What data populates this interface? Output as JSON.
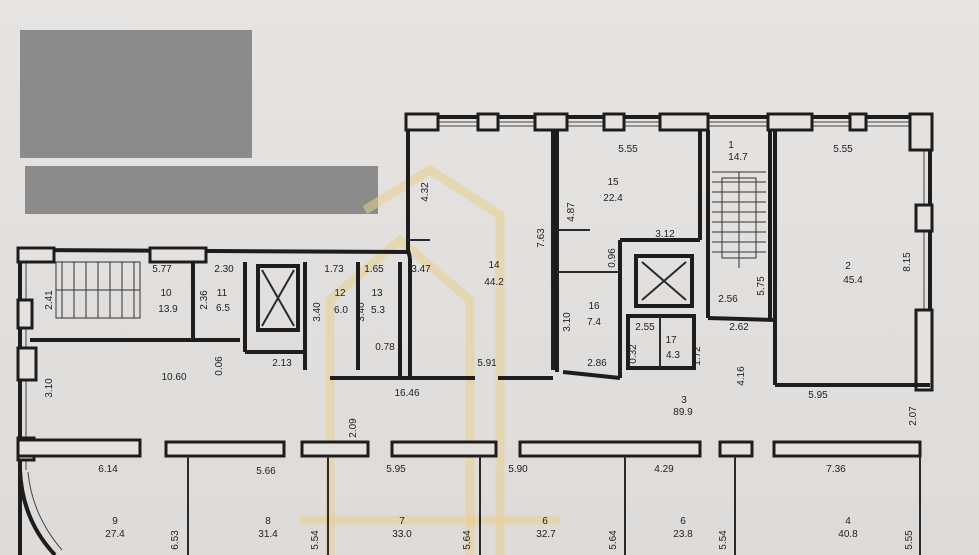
{
  "rooms": [
    {
      "id": "1",
      "area": "14.7"
    },
    {
      "id": "2",
      "area": "45.4"
    },
    {
      "id": "3",
      "area": "89.9"
    },
    {
      "id": "4",
      "area": "40.8"
    },
    {
      "id": "6",
      "area": "23.8"
    },
    {
      "id": "6",
      "area": "32.7"
    },
    {
      "id": "7",
      "area": "33.0"
    },
    {
      "id": "8",
      "area": "31.4"
    },
    {
      "id": "9",
      "area": "27.4"
    },
    {
      "id": "10",
      "area": "13.9"
    },
    {
      "id": "11",
      "area": "6.5"
    },
    {
      "id": "12",
      "area": "6.0"
    },
    {
      "id": "13",
      "area": "5.3"
    },
    {
      "id": "14",
      "area": "44.2"
    },
    {
      "id": "15",
      "area": "22.4"
    },
    {
      "id": "16",
      "area": "7.4"
    },
    {
      "id": "17",
      "area": "4.3"
    }
  ],
  "dimensions": [
    "5.55",
    "5.55",
    "4.32",
    "4.87",
    "7.63",
    "3.12",
    "0.96",
    "8.15",
    "5.75",
    "2.56",
    "2.62",
    "5.77",
    "2.30",
    "2.41",
    "2.36",
    "1.73",
    "1.65",
    "3.47",
    "3.40",
    "3.40",
    "0.78",
    "2.13",
    "10.60",
    "0.06",
    "3.10",
    "16.46",
    "5.91",
    "3.10",
    "2.86",
    "2.55",
    "0.32",
    "1.72",
    "4.16",
    "5.95",
    "2.07",
    "2.09",
    "6.14",
    "5.66",
    "5.95",
    "5.90",
    "4.29",
    "7.36",
    "6.53",
    "5.54",
    "5.64",
    "5.64",
    "5.54",
    "5.55"
  ]
}
